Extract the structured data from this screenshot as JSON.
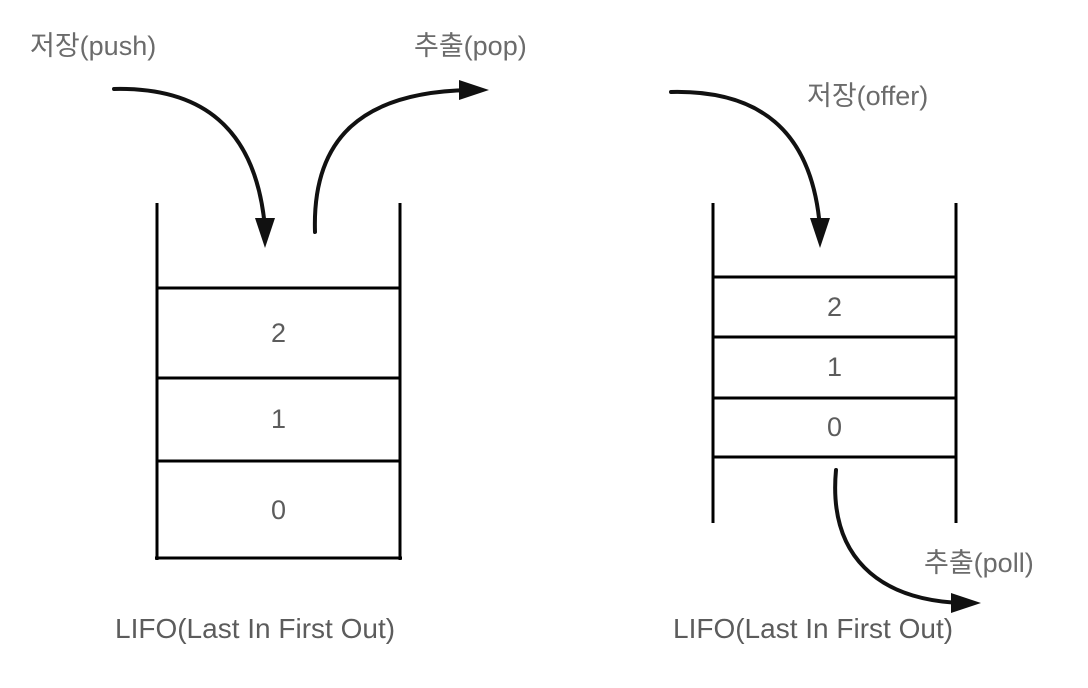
{
  "figure": {
    "background_color": "#ffffff",
    "line_color": "#000000",
    "text_color": "#5c5c5c",
    "label_color": "#6b6b6b"
  },
  "stack": {
    "caption": "LIFO(Last In First Out)",
    "cells": [
      {
        "value": "2"
      },
      {
        "value": "1"
      },
      {
        "value": "0"
      }
    ],
    "in_label": "저장(push)",
    "out_label": "추출(pop)",
    "in_arrow_name": "push-arrow",
    "out_arrow_name": "pop-arrow"
  },
  "queue": {
    "caption": "LIFO(Last In First Out)",
    "cells": [
      {
        "value": "2"
      },
      {
        "value": "1"
      },
      {
        "value": "0"
      }
    ],
    "in_label": "저장(offer)",
    "out_label": "추출(poll)",
    "in_arrow_name": "offer-arrow",
    "out_arrow_name": "poll-arrow"
  }
}
